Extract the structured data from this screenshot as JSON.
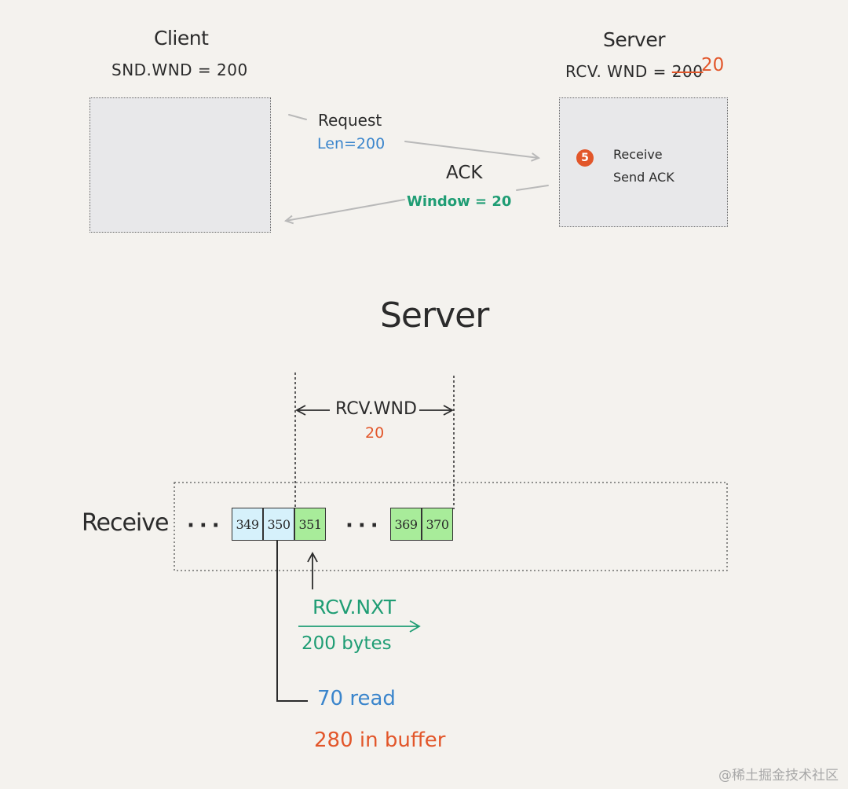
{
  "colors": {
    "background": "#f4f2ee",
    "ink": "#2b2b2b",
    "orange": "#e2562a",
    "blue": "#3a85cc",
    "green": "#1f9d74",
    "cell_blue": "#d6f1fb",
    "cell_green": "#a8ec9a",
    "box_fill": "#e8e8ea"
  },
  "top": {
    "client": {
      "title": "Client",
      "snd_wnd": "SND.WND = 200"
    },
    "server": {
      "title": "Server",
      "rcv_wnd_prefix": "RCV. WND = ",
      "rcv_wnd_old": "200",
      "rcv_wnd_new": "20",
      "step_number": "5",
      "step_line1": "Receive",
      "step_line2": "Send ACK"
    },
    "request": {
      "label": "Request",
      "len": "Len=200"
    },
    "ack": {
      "label": "ACK",
      "window": "Window = 20"
    }
  },
  "bottom": {
    "title": "Server",
    "rcv_wnd_label": "RCV.WND",
    "rcv_wnd_value": "20",
    "receive_label": "Receive",
    "ellipsis": "···",
    "cells": [
      "349",
      "350",
      "351",
      "369",
      "370"
    ],
    "rcv_nxt_label": "RCV.NXT",
    "rcv_nxt_bytes": "200 bytes",
    "read_label": "70 read",
    "buffer_label": "280 in buffer"
  },
  "watermark": "@稀土掘金技术社区"
}
